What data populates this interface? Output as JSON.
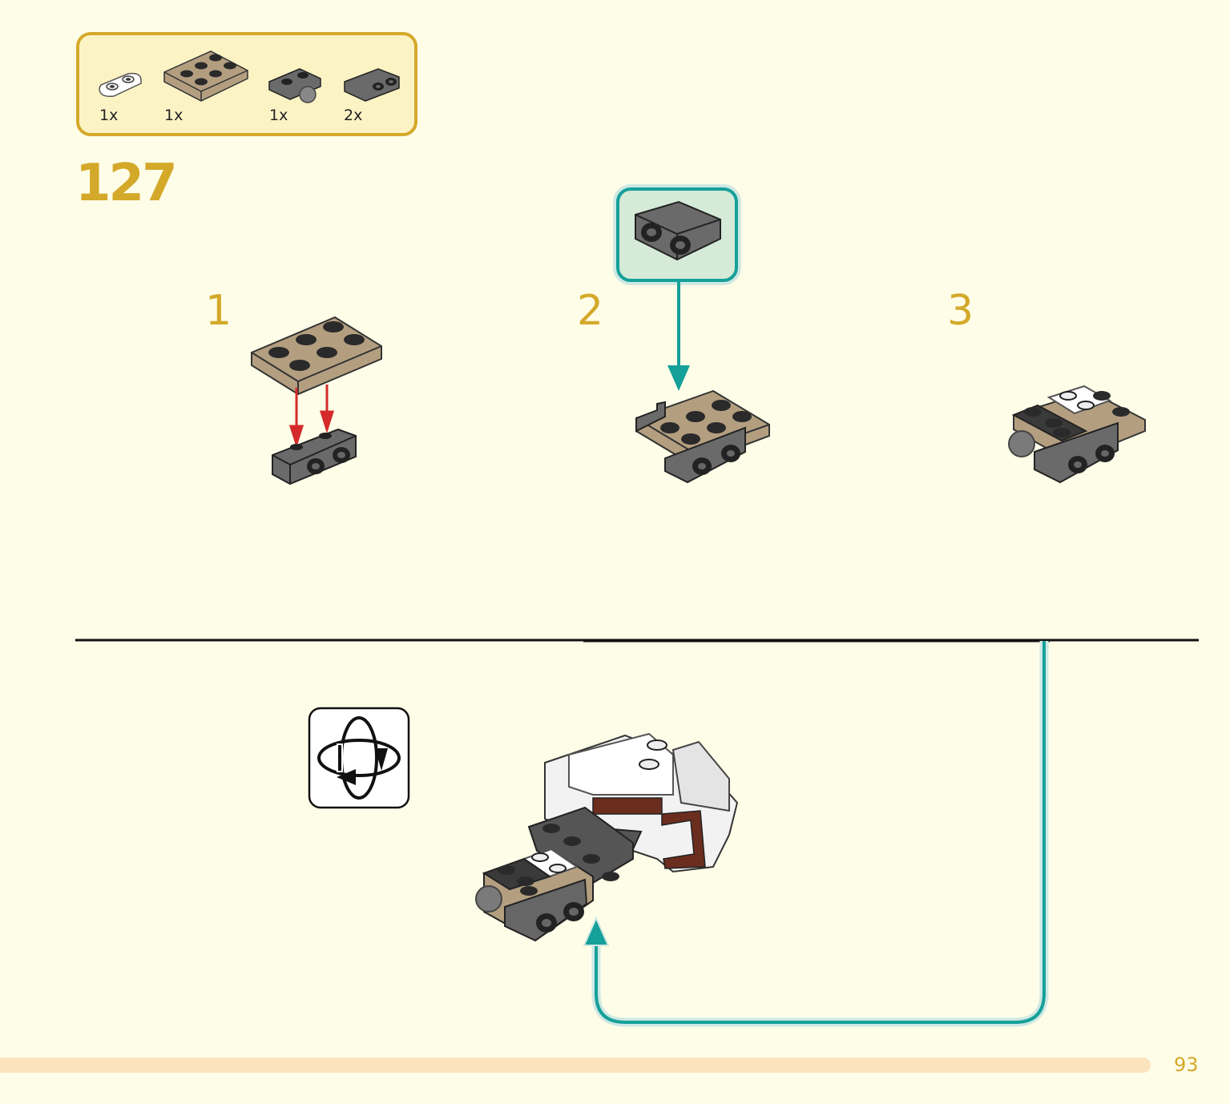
{
  "parts_list": [
    {
      "qty": "1x",
      "icon": "white-round-plate-1x2-icon"
    },
    {
      "qty": "1x",
      "icon": "tan-plate-2x3-icon"
    },
    {
      "qty": "1x",
      "icon": "gray-bracket-with-ball-icon"
    },
    {
      "qty": "2x",
      "icon": "gray-bracket-1x2-icon"
    }
  ],
  "step_number": "127",
  "substeps": [
    "1",
    "2",
    "3"
  ],
  "page_number": "93",
  "colors": {
    "background": "#fefde8",
    "accent_gold": "#d4a92a",
    "callout_teal": "#16a09a",
    "arrow_red": "#d42a2a",
    "progress_bar": "#fbe3bd"
  }
}
